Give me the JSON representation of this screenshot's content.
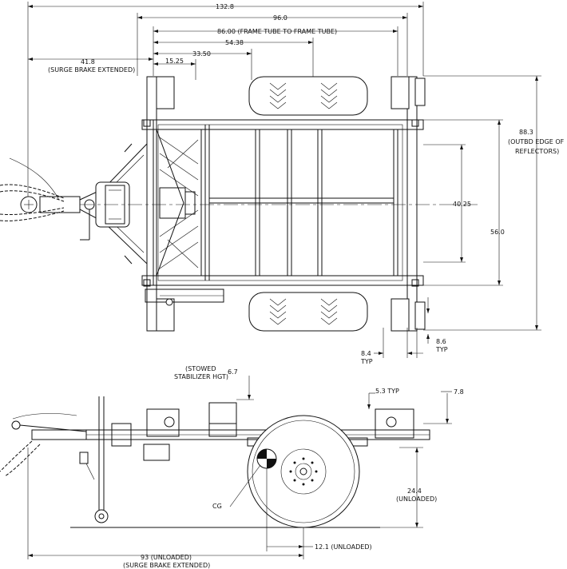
{
  "top_view": {
    "overall_length": "132.8",
    "width_96": "96.0",
    "frame_tube": "86.00 (FRAME TUBE TO FRAME TUBE)",
    "dim_54": "54.38",
    "dim_33": "33.50",
    "dim_15": "15.25",
    "surge_brake_value": "41.8",
    "surge_brake_note": "(SURGE BRAKE EXTENDED)",
    "outboard_value": "88.3",
    "outboard_line1": "(OUTBD EDGE OF",
    "outboard_line2": "REFLECTORS)",
    "inner_width": "40.25",
    "frame_width": "56.0",
    "left_typ_value": "8.4",
    "left_typ_label": "TYP",
    "right_typ_value": "8.6",
    "right_typ_label": "TYP"
  },
  "side_view": {
    "stowed_line1": "(STOWED",
    "stowed_line2": "STABILIZER HGT)",
    "stowed_value": "6.7",
    "dim_5": "5.3  TYP",
    "dim_7": "7.8",
    "cg_label": "CG",
    "height_value": "24.4",
    "height_note": "(UNLOADED)",
    "cg_offset": "12.1  (UNLOADED)",
    "length_value": "93  (UNLOADED)",
    "length_note": "(SURGE BRAKE EXTENDED)"
  }
}
